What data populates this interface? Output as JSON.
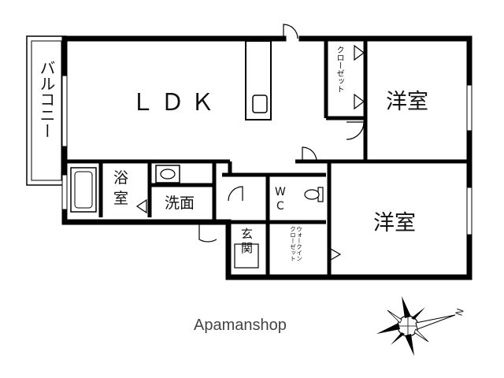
{
  "rooms": {
    "ldk": "ＬＤＫ",
    "bedroom_north": "洋室",
    "bedroom_south": "洋室",
    "bath": "浴室",
    "washroom": "洗面",
    "toilet": "ＷＣ",
    "entrance": "玄関",
    "balcony": "バルコニー",
    "closet": "クローゼット",
    "walk_in_closet_line1": "ウォークイン",
    "walk_in_closet_line2": "クローゼット"
  },
  "compass": {
    "north_letter": "N"
  },
  "brand": "Apamanshop",
  "colors": {
    "wall": "#000000",
    "background": "#ffffff",
    "brand_text": "#444444"
  }
}
